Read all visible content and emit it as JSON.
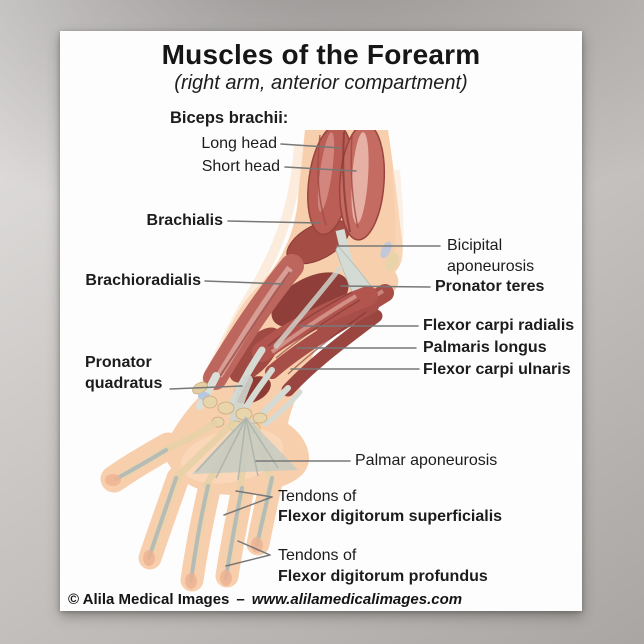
{
  "poster": {
    "title": "Muscles of the Forearm",
    "subtitle": "(right arm, anterior compartment)",
    "footer": {
      "copyright": "© Alila Medical Images",
      "separator": "–",
      "website": "www.alilamedicalimages.com"
    }
  },
  "labels": {
    "biceps_brachii_header": "Biceps brachii:",
    "long_head": "Long head",
    "short_head": "Short head",
    "brachialis": "Brachialis",
    "bicipital_aponeurosis": "Bicipital aponeurosis",
    "brachioradialis": "Brachioradialis",
    "pronator_teres": "Pronator teres",
    "flexor_carpi_radialis": "Flexor carpi radialis",
    "palmaris_longus": "Palmaris longus",
    "flexor_carpi_ulnaris": "Flexor carpi ulnaris",
    "pronator_quadratus": "Pronator quadratus",
    "palmar_aponeurosis": "Palmar aponeurosis",
    "tendons_of": "Tendons of",
    "flexor_digitorum_superficialis": "Flexor digitorum superficialis",
    "flexor_digitorum_profundus": "Flexor digitorum profundus"
  },
  "palette": {
    "background_gray": "#b3b0ae",
    "poster_white": "#fdfdfd",
    "text": "#1c1c1c",
    "leader_line": "#787878",
    "skin": "#f8cfad",
    "skin_light": "#fcdfc3",
    "muscle_red": "#b4564f",
    "muscle_dark": "#8c3a36",
    "muscle_highlight": "#e5aea6",
    "tendon_gray": "#d3d8d2",
    "tendon_shadow": "#aab2ab",
    "bone": "#e9d5ab"
  }
}
